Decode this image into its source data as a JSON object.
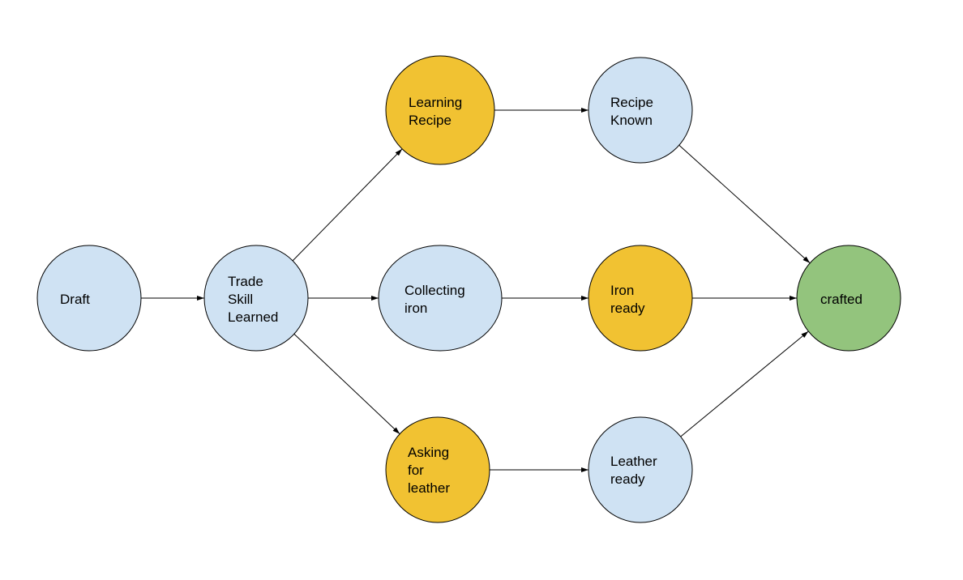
{
  "colors": {
    "pending": "#cfe2f3",
    "in_progress": "#f1c232",
    "done": "#93c47d",
    "stroke": "#000000"
  },
  "nodes": [
    {
      "id": "draft",
      "lines": [
        "Draft"
      ],
      "status": "pending"
    },
    {
      "id": "trade_skill",
      "lines": [
        "Trade",
        "Skill",
        "Learned"
      ],
      "status": "pending"
    },
    {
      "id": "learning_recipe",
      "lines": [
        "Learning",
        "Recipe"
      ],
      "status": "in_progress"
    },
    {
      "id": "collecting_iron",
      "lines": [
        "Collecting",
        "iron"
      ],
      "status": "pending"
    },
    {
      "id": "asking_leather",
      "lines": [
        "Asking",
        "for",
        "leather"
      ],
      "status": "in_progress"
    },
    {
      "id": "recipe_known",
      "lines": [
        "Recipe",
        "Known"
      ],
      "status": "pending"
    },
    {
      "id": "iron_ready",
      "lines": [
        "Iron",
        "ready"
      ],
      "status": "in_progress"
    },
    {
      "id": "leather_ready",
      "lines": [
        "Leather",
        "ready"
      ],
      "status": "pending"
    },
    {
      "id": "crafted",
      "lines": [
        "crafted"
      ],
      "status": "done"
    }
  ],
  "edges": [
    {
      "from": "draft",
      "to": "trade_skill"
    },
    {
      "from": "trade_skill",
      "to": "learning_recipe"
    },
    {
      "from": "trade_skill",
      "to": "collecting_iron"
    },
    {
      "from": "trade_skill",
      "to": "asking_leather"
    },
    {
      "from": "learning_recipe",
      "to": "recipe_known"
    },
    {
      "from": "collecting_iron",
      "to": "iron_ready"
    },
    {
      "from": "asking_leather",
      "to": "leather_ready"
    },
    {
      "from": "recipe_known",
      "to": "crafted"
    },
    {
      "from": "iron_ready",
      "to": "crafted"
    },
    {
      "from": "leather_ready",
      "to": "crafted"
    }
  ]
}
